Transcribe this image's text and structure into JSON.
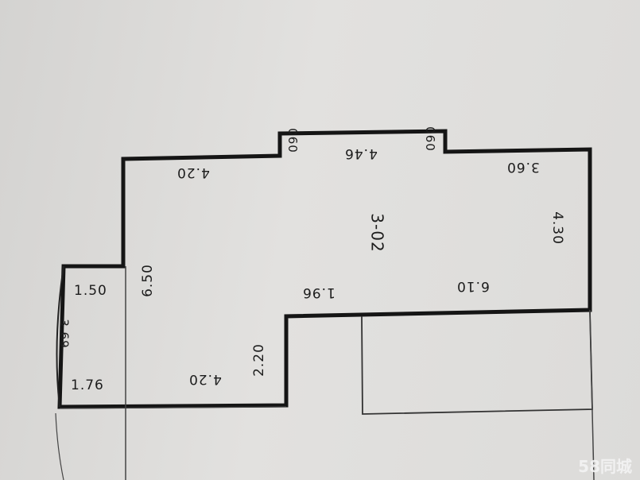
{
  "plan": {
    "room_id": "3-02",
    "dimensions": {
      "top_left": "4.20",
      "top_middle": "4.46",
      "notch_left": "060",
      "notch_right": "060",
      "top_right": "3.60",
      "right": "4.30",
      "inner_right": "6.10",
      "inner_middle": "1.96",
      "left_height": "6.50",
      "left_upper": "1.50",
      "left_arc": "3.69",
      "left_lower": "1.76",
      "bottom": "4.20",
      "step": "2.20"
    }
  },
  "watermark": "58同城"
}
